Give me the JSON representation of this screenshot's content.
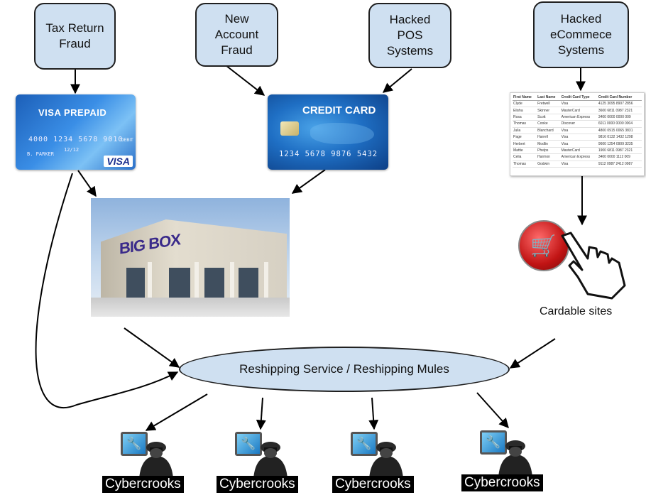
{
  "sources": [
    {
      "id": "tax",
      "lines": [
        "Tax Return",
        "Fraud"
      ]
    },
    {
      "id": "newacct",
      "lines": [
        "New",
        "Account",
        "Fraud"
      ]
    },
    {
      "id": "pos",
      "lines": [
        "Hacked",
        "POS",
        "Systems"
      ]
    },
    {
      "id": "ecom",
      "lines": [
        "Hacked",
        "eCommece",
        "Systems"
      ]
    }
  ],
  "visa_card": {
    "title": "VISA PREPAID",
    "number": "4000 1234 5678 9010",
    "holder": "B. PARKER",
    "expiry": "12/12",
    "tag": "DEBIT",
    "brand": "VISA"
  },
  "credit_card": {
    "title": "CREDIT CARD",
    "number": "1234 5678 9876 5432"
  },
  "stolen_table": {
    "headers": [
      "First Name",
      "Last Name",
      "Credit Card Type",
      "Credit Card Number"
    ],
    "rows": [
      [
        "Clyde",
        "Fretwell",
        "Visa",
        "4125 3095 8907 2856"
      ],
      [
        "Elisha",
        "Skinner",
        "MasterCard",
        "3600 6811 0987 2321"
      ],
      [
        "Rosa",
        "Scott",
        "American Express",
        "3400 0000 0000 009"
      ],
      [
        "Thomas",
        "Cooke",
        "Discover",
        "6011 0000 0000 0004"
      ],
      [
        "Julia",
        "Blanchard",
        "Visa",
        "4800 0915 0065 3831"
      ],
      [
        "Page",
        "Harrell",
        "Visa",
        "9816 0132 1432 1298"
      ],
      [
        "Herbert",
        "Modlin",
        "Visa",
        "9600 1254 0909 3235"
      ],
      [
        "Mattie",
        "Phelps",
        "MasterCard",
        "1900 6811 0987 2321"
      ],
      [
        "Celia",
        "Harmon",
        "American Express",
        "3400 0000 1112 009"
      ],
      [
        "Thomas",
        "Godwin",
        "Visa",
        "9112 0987 2412 0987"
      ]
    ]
  },
  "store": {
    "sign": "BIG BOX"
  },
  "cardable_label": "Cardable sites",
  "hub_label": "Reshipping Service / Reshipping Mules",
  "crooks": [
    "Cybercrooks",
    "Cybercrooks",
    "Cybercrooks",
    "Cybercrooks"
  ],
  "icons": {
    "cart": "shopping-cart-icon",
    "cursor": "hand-cursor-icon",
    "monitor": "wrench-monitor-icon",
    "person": "hooded-hacker-icon"
  },
  "colors": {
    "box_fill": "#cfe0f1",
    "box_border": "#1f1f1f",
    "arrow": "#000000"
  }
}
